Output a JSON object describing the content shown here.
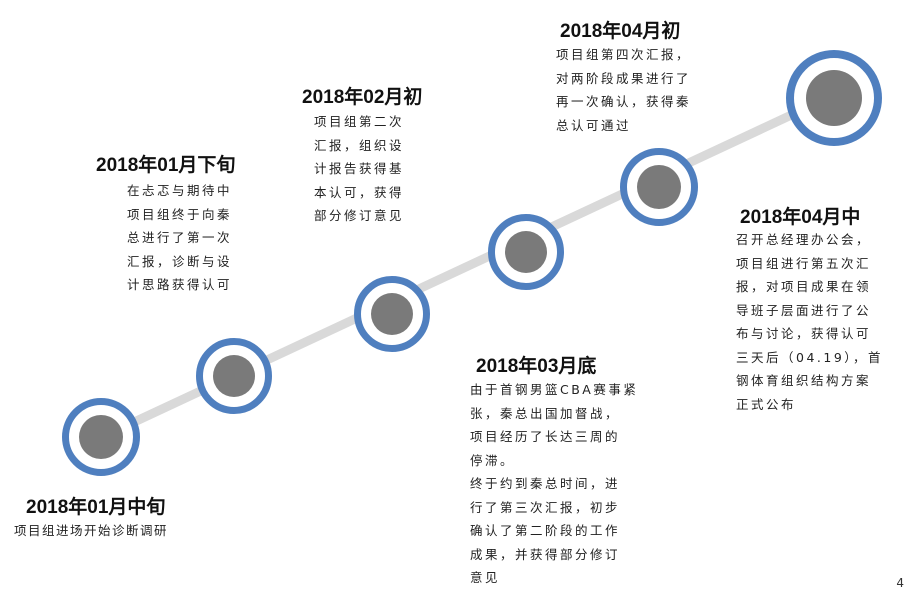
{
  "milestones": [
    {
      "date": "2018年01月中旬",
      "text": [
        "项目组进场开始诊断调研"
      ]
    },
    {
      "date": "2018年01月下旬",
      "text": [
        "在忐忑与期待中\n项目组终于向秦\n总进行了第一次\n汇报，诊断与设\n计思路获得认可"
      ]
    },
    {
      "date": "2018年02月初",
      "text": [
        "项目组第二次\n汇报，组织设\n计报告获得基\n本认可，获得\n部分修订意见"
      ]
    },
    {
      "date": "2018年03月底",
      "text": [
        "由于首钢男篮CBA赛事紧\n张，秦总出国加督战，\n项目经历了长达三周的\n停滞。",
        "终于约到秦总时间，进\n行了第三次汇报，初步\n确认了第二阶段的工作\n成果，并获得部分修订\n意见"
      ]
    },
    {
      "date": "2018年04月初",
      "text": [
        "项目组第四次汇报，\n对两阶段成果进行了\n再一次确认，获得秦\n总认可通过"
      ]
    },
    {
      "date": "2018年04月中",
      "text": [
        "召开总经理办公会，\n项目组进行第五次汇\n报，对项目成果在领\n导班子层面进行了公\n布与讨论，获得认可\n三天后（04.19），首\n钢体育组织结构方案\n正式公布"
      ]
    }
  ],
  "colors": {
    "ring": "#4f7fbf",
    "core": "#7a7a7a",
    "line": "#d9d9d9"
  },
  "corner_mark": "4"
}
